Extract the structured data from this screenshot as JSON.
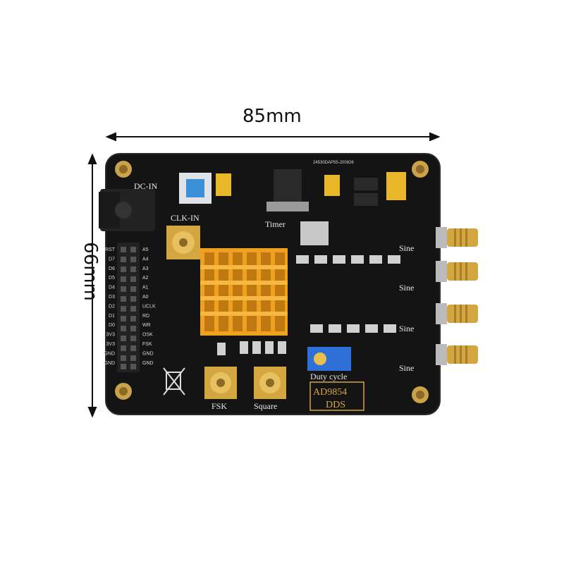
{
  "dimensions": {
    "width_label": "85mm",
    "height_label": "66mm"
  },
  "board": {
    "labels": {
      "dc_in": "DC-IN",
      "clk_in": "CLK-IN",
      "timer": "Timer",
      "sine_1": "Sine",
      "sine_2": "Sine",
      "sine_3": "Sine",
      "sine_4": "Sine",
      "fsk": "FSK",
      "square": "Square",
      "duty_cycle": "Duty cycle",
      "chip_name": "AD9854",
      "chip_sub": "DDS",
      "pcb_code": "24530DAP55-200826"
    },
    "header_left": [
      "RST",
      "D7",
      "D6",
      "D5",
      "D4",
      "D3",
      "D2",
      "D1",
      "D0",
      "3V3",
      "3V3",
      "GND",
      "GND"
    ],
    "header_right": [
      "A5",
      "A4",
      "A3",
      "A2",
      "A1",
      "A0",
      "UCLK",
      "RD",
      "WR",
      "OSK",
      "FSK",
      "GND",
      "GND"
    ],
    "colors": {
      "pcb": "#141414",
      "gold": "#d4a640",
      "heatsink": "#f0a020",
      "button": "#3a8fd8"
    }
  }
}
